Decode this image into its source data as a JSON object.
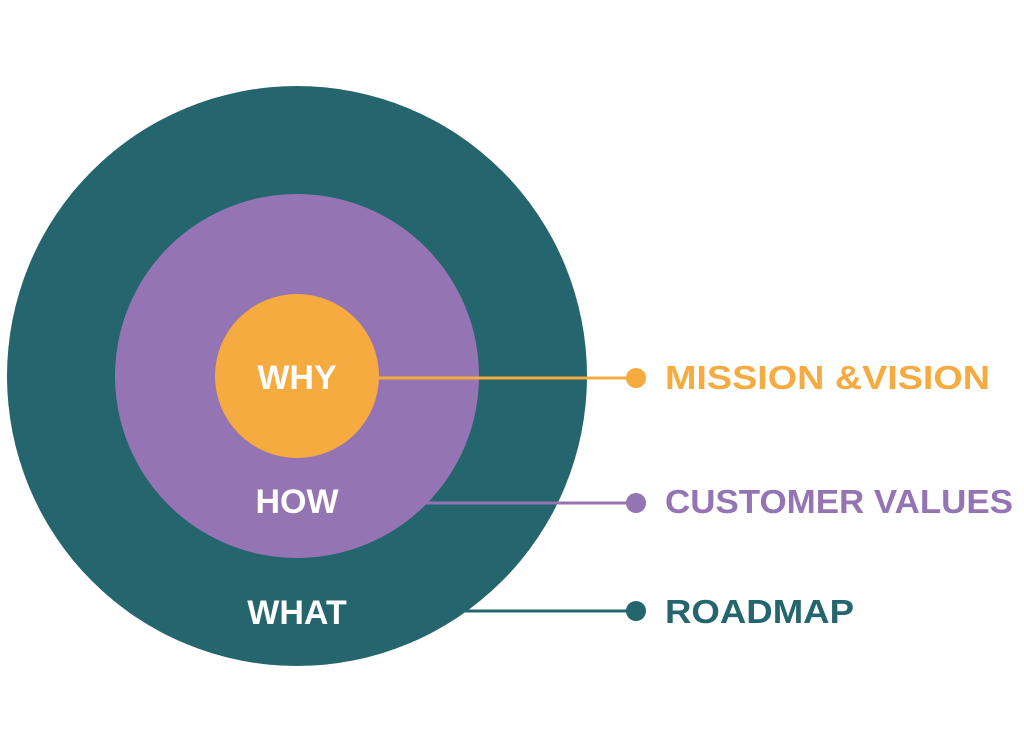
{
  "diagram": {
    "rings": {
      "what": {
        "label": "WHAT",
        "color": "#24656e"
      },
      "how": {
        "label": "HOW",
        "color": "#9574b3"
      },
      "why": {
        "label": "WHY",
        "color": "#f5ab3f"
      }
    },
    "callouts": {
      "mission": {
        "label": "MISSION &VISION",
        "color": "#f5ab3f"
      },
      "customer": {
        "label": "CUSTOMER VALUES",
        "color": "#9574b3"
      },
      "roadmap": {
        "label": "ROADMAP",
        "color": "#24656e"
      }
    }
  }
}
